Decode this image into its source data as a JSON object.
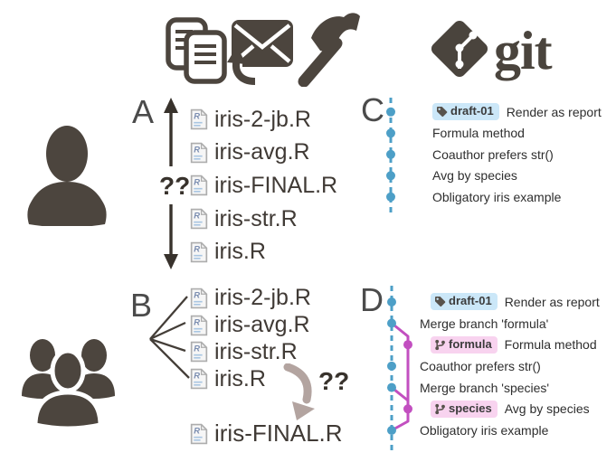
{
  "header": {
    "icons": [
      "copy-documents-icon",
      "mail-reply-icon",
      "hammer-icon"
    ],
    "git_wordmark": "git"
  },
  "colors": {
    "icon_dark": "#4c453e",
    "text_dark": "#3c3c3c",
    "graph_blue": "#4d9fc7",
    "tag_badge_bg": "#cbe7f8",
    "graph_magenta": "#c24fc0",
    "branch_badge_bg": "#f8d3ef",
    "final_arrow_taupe": "#b3a4a0"
  },
  "panel_a": {
    "label": "A",
    "question": "??",
    "files": [
      "iris-2-jb.R",
      "iris-avg.R",
      "iris-FINAL.R",
      "iris-str.R",
      "iris.R"
    ]
  },
  "panel_b": {
    "label": "B",
    "question": "??",
    "files": [
      "iris-2-jb.R",
      "iris-avg.R",
      "iris-str.R",
      "iris.R"
    ],
    "final_file": "iris-FINAL.R"
  },
  "panel_c": {
    "label": "C",
    "commits": [
      {
        "badge": "draft-01",
        "message": "Render as report"
      },
      {
        "message": "Formula method"
      },
      {
        "message": "Coauthor prefers str()"
      },
      {
        "message": "Avg by species"
      },
      {
        "message": "Obligatory iris example"
      }
    ]
  },
  "panel_d": {
    "label": "D",
    "commits": [
      {
        "badge": "draft-01",
        "message": "Render as report"
      },
      {
        "message": "Merge branch 'formula'"
      },
      {
        "badge": "formula",
        "message": "Formula method"
      },
      {
        "message": "Coauthor prefers str()"
      },
      {
        "message": "Merge branch 'species'"
      },
      {
        "badge": "species",
        "message": "Avg by species"
      },
      {
        "message": "Obligatory iris example"
      }
    ]
  }
}
